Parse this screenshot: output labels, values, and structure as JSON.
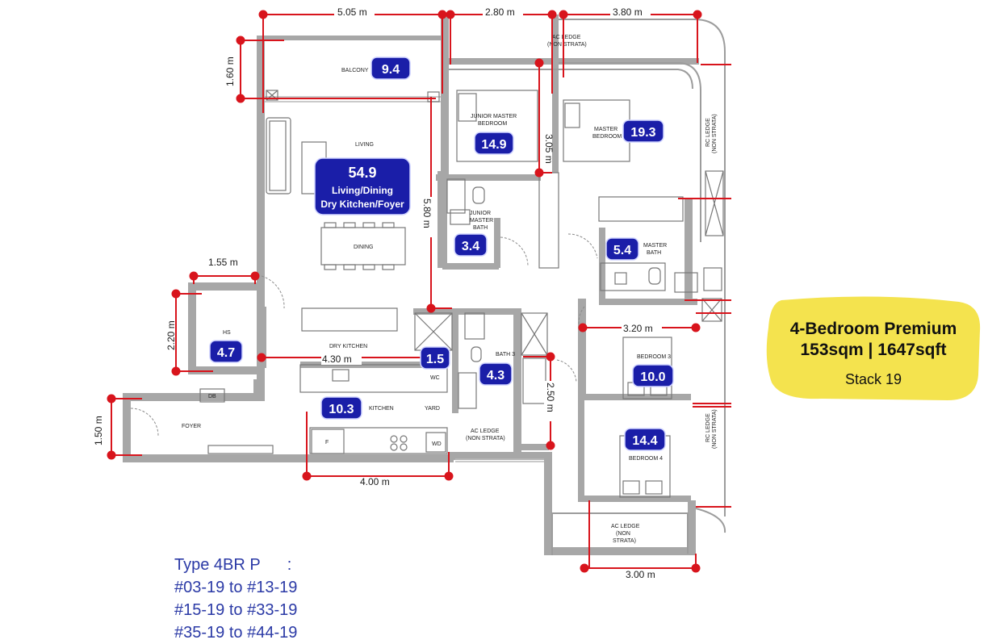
{
  "summary": {
    "title": "4-Bedroom Premium",
    "size": "153sqm | 1647sqft",
    "stack": "Stack 19"
  },
  "units": {
    "type_line": "Type 4BR P      :",
    "ranges": [
      "#03-19 to #13-19",
      "#15-19 to #33-19",
      "#35-19 to #44-19"
    ]
  },
  "rooms": {
    "balcony": {
      "label": "BALCONY",
      "area": "9.4"
    },
    "living": {
      "label": "LIVING"
    },
    "dining": {
      "label": "DINING"
    },
    "living_total": {
      "area": "54.9",
      "line1": "Living/Dining",
      "line2": "Dry Kitchen/Foyer"
    },
    "junior_master": {
      "label1": "JUNIOR MASTER",
      "label2": "BEDROOM",
      "area": "14.9"
    },
    "master": {
      "label1": "MASTER",
      "label2": "BEDROOM",
      "area": "19.3"
    },
    "junior_bath": {
      "label1": "JUNIOR",
      "label2": "MASTER",
      "label3": "BATH",
      "area": "3.4"
    },
    "master_bath": {
      "label1": "MASTER",
      "label2": "BATH",
      "area": "5.4"
    },
    "hs": {
      "label": "HS",
      "area": "4.7"
    },
    "dry_kitchen": {
      "label": "DRY KITCHEN"
    },
    "wc": {
      "label": "WC",
      "area": "1.5"
    },
    "bath3": {
      "label": "BATH 3",
      "area": "4.3"
    },
    "bedroom3": {
      "label": "BEDROOM 3",
      "area": "10.0"
    },
    "bedroom4": {
      "label": "BEDROOM 4",
      "area": "14.4"
    },
    "kitchen": {
      "label": "KITCHEN",
      "area": "10.3"
    },
    "yard": {
      "label": "YARD"
    },
    "foyer": {
      "label": "FOYER"
    },
    "db": {
      "label": "DB"
    },
    "fridge": {
      "label": "F"
    },
    "wd": {
      "label": "WD"
    }
  },
  "ledges": {
    "top": {
      "line1": "AC LEDGE",
      "line2": "(NON STRATA)"
    },
    "right_upper": {
      "line1": "RC LEDGE",
      "line2": "(NON STRATA)"
    },
    "right_lower": {
      "line1": "RC LEDGE",
      "line2": "(NON STRATA)"
    },
    "middle": {
      "line1": "AC LEDGE",
      "line2": "(NON STRATA)"
    },
    "bottom": {
      "line1": "AC LEDGE",
      "line2": "(NON",
      "line3": "STRATA)"
    }
  },
  "dimensions": {
    "top_left": "5.05 m",
    "top_middle": "2.80 m",
    "top_right": "3.80 m",
    "balcony_depth": "1.60 m",
    "junior_depth": "3.05 m",
    "living_depth": "5.80 m",
    "hs_width": "1.55 m",
    "hs_depth": "2.20 m",
    "dry_kitchen_width": "4.30 m",
    "bedroom3_width": "3.20 m",
    "bath3_depth": "2.50 m",
    "foyer_depth": "1.50 m",
    "kitchen_width": "4.00 m",
    "ac_ledge_width": "3.00 m"
  },
  "colors": {
    "badge": "#1a1ea8",
    "dimension": "#d8141c",
    "wall": "#a7a7a7",
    "summary_bg": "#f4e34e",
    "unit_text": "#2b3aa6"
  }
}
